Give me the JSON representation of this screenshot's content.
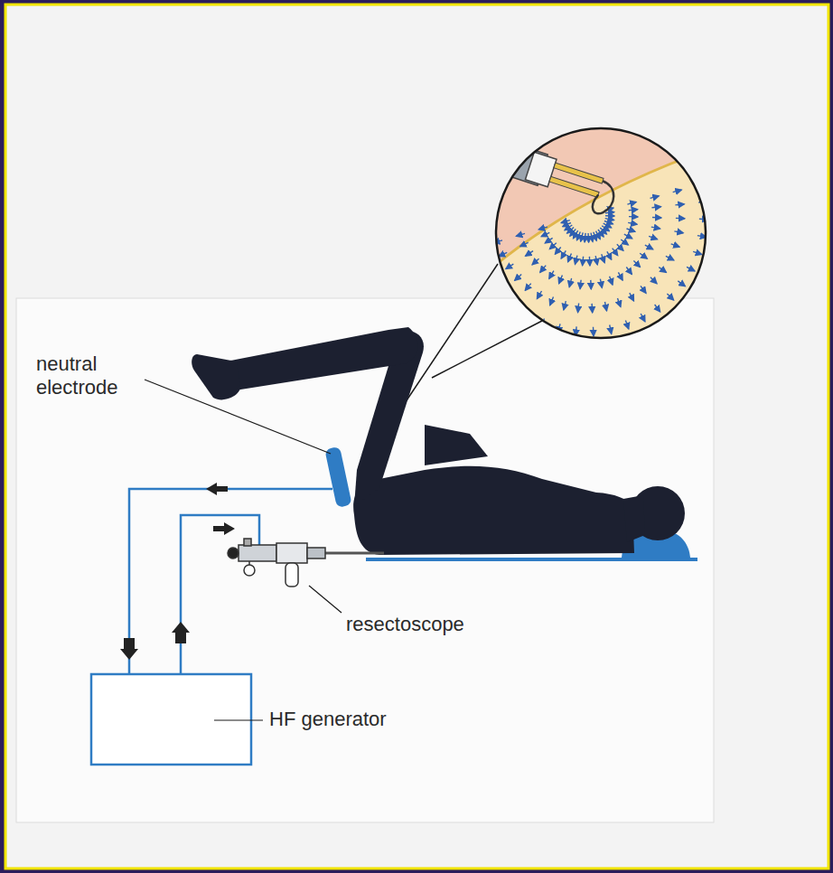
{
  "diagram": {
    "labels": [
      "neutral electrode",
      "resectoscope",
      "HF generator"
    ]
  }
}
